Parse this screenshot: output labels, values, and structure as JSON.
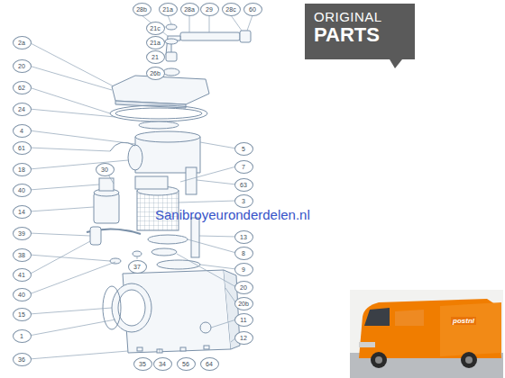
{
  "diagram": {
    "nodes": [
      {
        "text": [
          "ORIGINAL",
          "PARTS"
        ]
      }
    ],
    "labels": [
      "28b",
      "21a",
      "28a",
      "29",
      "28c",
      "60",
      "21c",
      "21a",
      "21",
      "26b",
      "2a",
      "20",
      "62",
      "24",
      "4",
      "61",
      "18",
      "40",
      "14",
      "39",
      "38",
      "41",
      "40",
      "15",
      "1",
      "36",
      "5",
      "7",
      "63",
      "3",
      "13",
      "8",
      "9",
      "20",
      "20b",
      "11",
      "12",
      "30",
      "37",
      "35",
      "34",
      "56",
      "64",
      "Sanibroyeuronderdelen.nl",
      "postnl"
    ]
  }
}
